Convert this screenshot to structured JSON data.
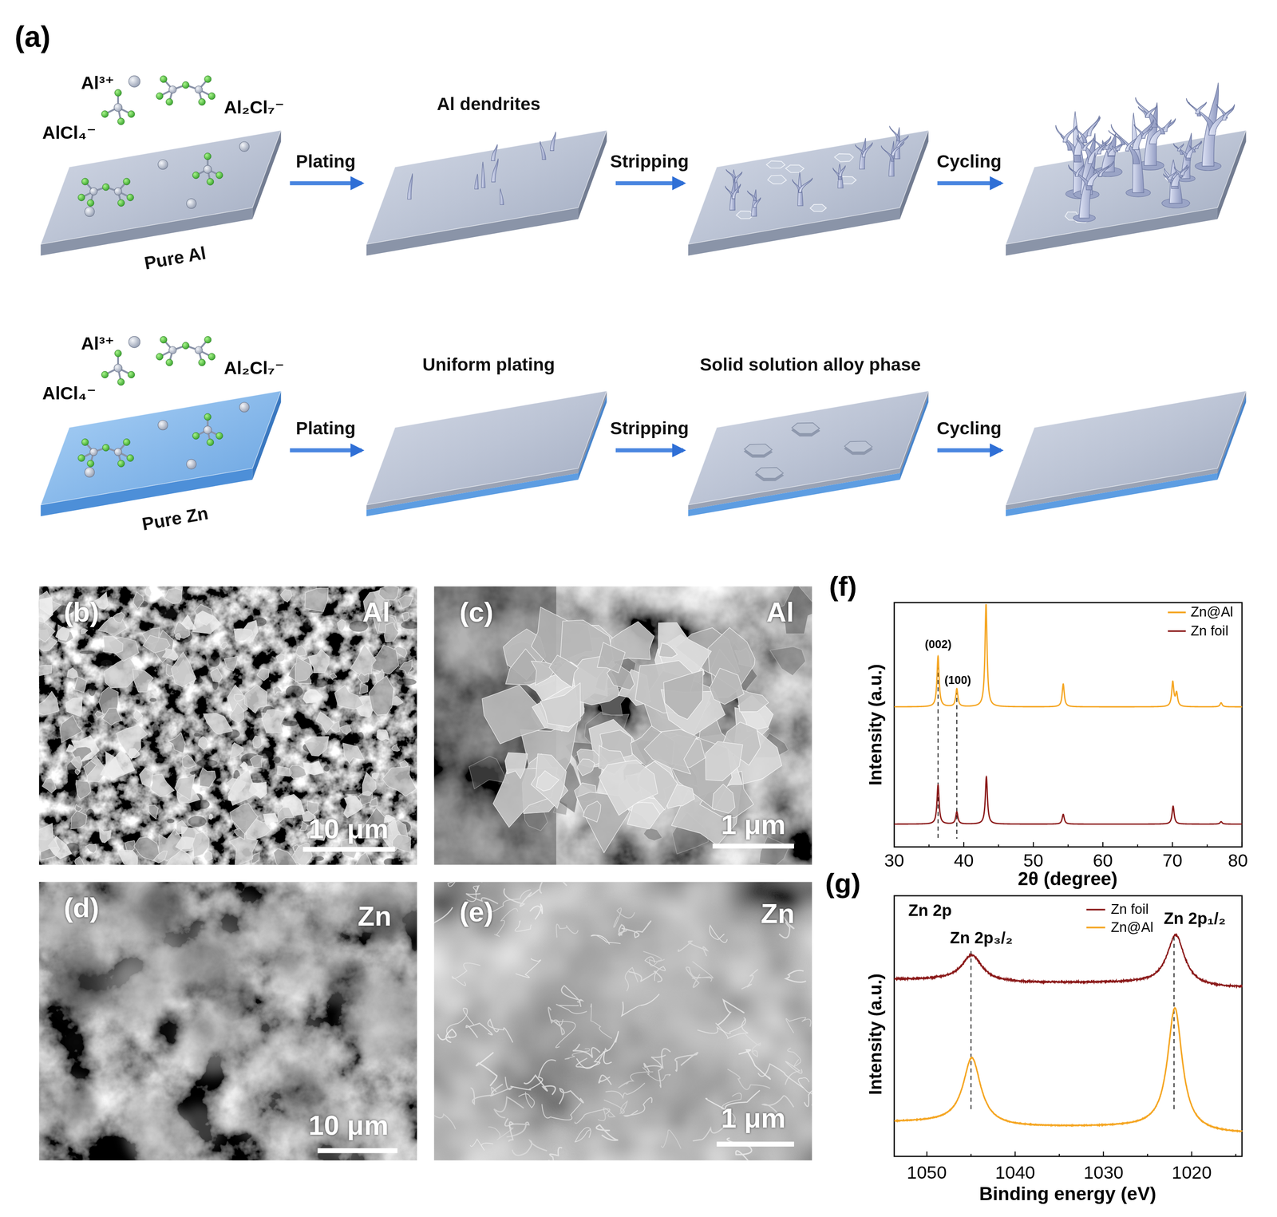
{
  "diagram": {
    "nodes": [
      {
        "text": [
          "Pure Al"
        ]
      },
      {
        "text": [
          "Al dendrites"
        ]
      },
      {
        "text": []
      },
      {
        "text": []
      },
      {
        "text": [
          "Pure Zn"
        ]
      },
      {
        "text": [
          "Uniform plating"
        ]
      },
      {
        "text": [
          "Solid solution alloy phase"
        ]
      },
      {
        "text": []
      }
    ],
    "edges": [
      {
        "from": 0,
        "to": 1,
        "label": "Plating",
        "arrow": "to"
      },
      {
        "from": 1,
        "to": 2,
        "label": "Stripping",
        "arrow": "to"
      },
      {
        "from": 2,
        "to": 3,
        "label": "Cycling",
        "arrow": "to"
      },
      {
        "from": 4,
        "to": 5,
        "label": "Plating",
        "arrow": "to"
      },
      {
        "from": 5,
        "to": 6,
        "label": "Stripping",
        "arrow": "to"
      },
      {
        "from": 6,
        "to": 7,
        "label": "Cycling",
        "arrow": "to"
      }
    ],
    "labels": [
      "(a)",
      "Al³⁺",
      "AlCl₄⁻",
      "Al₂Cl₇⁻",
      "Al³⁺",
      "AlCl₄⁻",
      "Al₂Cl₇⁻",
      "(b)",
      "Al",
      "10 μm",
      "(c)",
      "Al",
      "1 μm",
      "(d)",
      "Zn",
      "10 μm",
      "(e)",
      "Zn",
      "1 μm",
      "(f)",
      "(002)",
      "(100)",
      "Intensity (a.u.)",
      "30",
      "40",
      "50",
      "60",
      "70",
      "80",
      "2θ (degree)",
      "(g)",
      "Zn 2p",
      "Zn 2p₃/₂",
      "Zn 2p₁/₂",
      "Intensity (a.u.)",
      "1050",
      "1040",
      "1030",
      "1020",
      "Binding energy (eV)"
    ],
    "legend": [
      {
        "text": "Zn@Al"
      },
      {
        "text": "Zn foil"
      },
      {
        "text": "Zn foil"
      },
      {
        "text": "Zn@Al"
      }
    ]
  }
}
